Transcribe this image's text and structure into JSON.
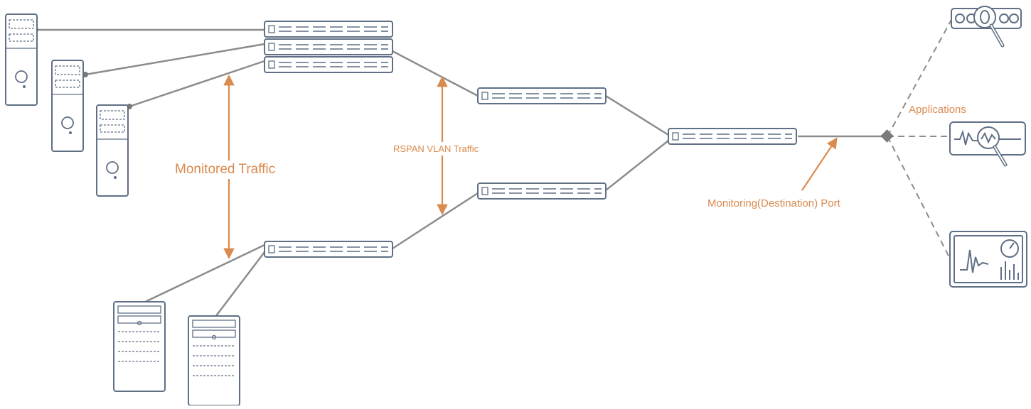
{
  "labels": {
    "monitored_traffic": "Monitored Traffic",
    "rspan_vlan_traffic": "RSPAN VLAN Traffic",
    "monitoring_port": "Monitoring(Destination) Port",
    "applications": "Applications"
  },
  "colors": {
    "device_outline": "#5f6f85",
    "link": "#8c8c8c",
    "accent": "#d98a4e",
    "node": "#7a7a7a"
  },
  "icons": [
    "server-tower-icon",
    "network-switch-icon",
    "packet-sniffer-icon",
    "network-analyzer-icon",
    "monitoring-dashboard-icon"
  ]
}
